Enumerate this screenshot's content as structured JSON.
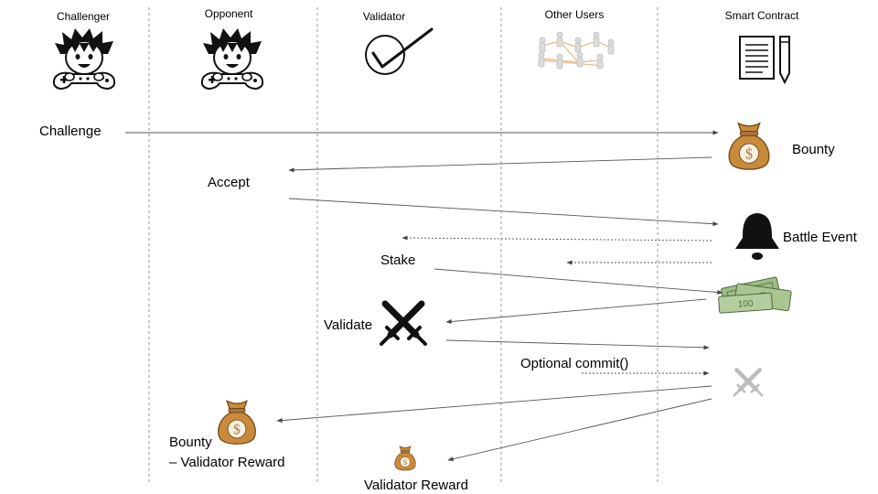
{
  "headers": {
    "challenger": "Challenger",
    "opponent": "Opponent",
    "validator": "Validator",
    "other_users": "Other Users",
    "smart_contract": "Smart Contract"
  },
  "messages": {
    "challenge": "Challenge",
    "bounty": "Bounty",
    "accept": "Accept",
    "battle_event": "Battle Event",
    "stake": "Stake",
    "validate": "Validate",
    "optional_commit": "Optional commit()",
    "bounty_minus_reward_line1": "Bounty",
    "bounty_minus_reward_line2": "– Validator Reward",
    "validator_reward": "Validator Reward"
  },
  "icons": {
    "challenger": "gamer-character-icon",
    "opponent": "gamer-character-icon",
    "validator": "checkmark-circle-icon",
    "other_users": "user-network-icon",
    "smart_contract": "document-pencil-icon",
    "bounty": "money-bag-icon",
    "battle_event": "bell-icon",
    "stake": "cash-stack-icon",
    "validate": "crossed-swords-icon",
    "commit": "crossed-swords-faded-icon"
  },
  "colors": {
    "lifeline": "#9a9a9a",
    "arrow": "#555555",
    "bag": "#c98a3c",
    "cash": "#7fa06c"
  }
}
